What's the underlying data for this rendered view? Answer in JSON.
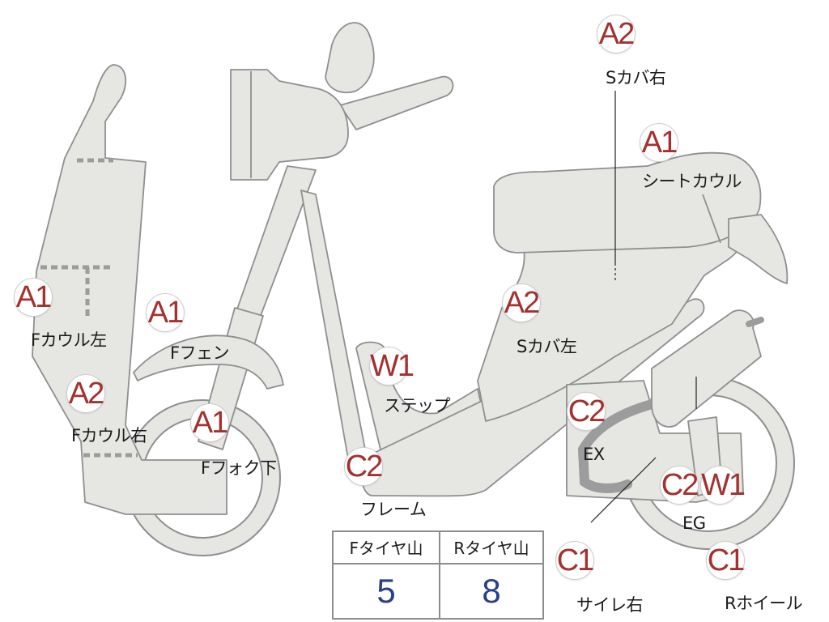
{
  "parts": [
    {
      "name": "f-cowl-left",
      "badge": "A1",
      "label": "Fカウル左"
    },
    {
      "name": "f-fender",
      "badge": "A1",
      "label": "Fフェン"
    },
    {
      "name": "f-cowl-right",
      "badge": "A2",
      "label": "Fカウル右"
    },
    {
      "name": "f-fork-lower",
      "badge": "A1",
      "label": "Fフォク下"
    },
    {
      "name": "step",
      "badge": "W1",
      "label": "ステップ"
    },
    {
      "name": "frame",
      "badge": "C2",
      "label": "フレーム"
    },
    {
      "name": "side-cover-left",
      "badge": "A2",
      "label": "Sカバ左"
    },
    {
      "name": "side-cover-right",
      "badge": "A2",
      "label": "Sカバ右"
    },
    {
      "name": "seat-cowl",
      "badge": "A1",
      "label": "シートカウル"
    },
    {
      "name": "exhaust",
      "badge": "C2",
      "label": "EX"
    },
    {
      "name": "engine",
      "badge": "C2",
      "label": "EG"
    },
    {
      "name": "engine-w",
      "badge": "W1",
      "label": ""
    },
    {
      "name": "muffler-right",
      "badge": "C1",
      "label": "サイレ右"
    },
    {
      "name": "rear-wheel",
      "badge": "C1",
      "label": "Rホイール"
    }
  ],
  "tire_table": {
    "front_header": "Fタイヤ山",
    "rear_header": "Rタイヤ山",
    "front_value": "5",
    "rear_value": "8"
  },
  "colors": {
    "part_fill": "#e6e6e3",
    "part_stroke": "#8f8f8f",
    "badge_text": "#a3312f",
    "value_text": "#2a3f8c"
  }
}
